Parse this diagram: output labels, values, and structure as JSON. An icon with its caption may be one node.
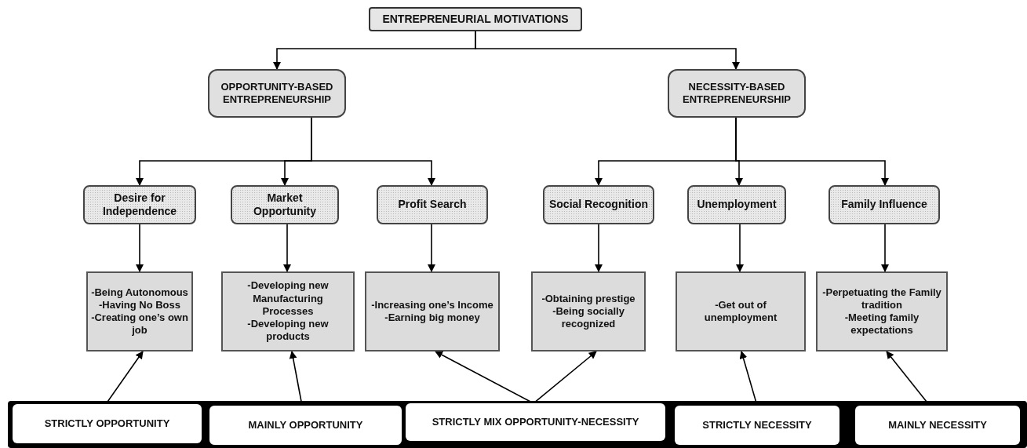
{
  "diagram": {
    "nodes": [
      {
        "text": [
          "ENTREPRENEURIAL MOTIVATIONS"
        ]
      },
      {
        "text": [
          "OPPORTUNITY-BASED ENTREPRENEURSHIP"
        ]
      },
      {
        "text": [
          "NECESSITY-BASED ENTREPRENEURSHIP"
        ]
      },
      {
        "text": [
          "Desire for Independence"
        ]
      },
      {
        "text": [
          "Market Opportunity"
        ]
      },
      {
        "text": [
          "Profit Search"
        ]
      },
      {
        "text": [
          "Social Recognition"
        ]
      },
      {
        "text": [
          "Unemployment"
        ]
      },
      {
        "text": [
          "Family Influence"
        ]
      },
      {
        "text": [
          "-Being Autonomous",
          "-Having No Boss",
          "-Creating one’s own job"
        ]
      },
      {
        "text": [
          "-Developing new Manufacturing Processes",
          "-Developing new products"
        ]
      },
      {
        "text": [
          "-Increasing one’s Income",
          "-Earning big money"
        ]
      },
      {
        "text": [
          "-Obtaining prestige",
          "-Being socially recognized"
        ]
      },
      {
        "text": [
          "-Get out of unemployment"
        ]
      },
      {
        "text": [
          "-Perpetuating the Family tradition",
          "-Meeting family expectations"
        ]
      },
      {
        "text": [],
        "shape": "bar"
      },
      {
        "text": [
          "STRICTLY OPPORTUNITY"
        ],
        "in": 15
      },
      {
        "text": [
          "MAINLY OPPORTUNITY"
        ],
        "in": 15
      },
      {
        "text": [
          "STRICTLY MIX OPPORTUNITY-NECESSITY"
        ],
        "in": 15
      },
      {
        "text": [
          "STRICTLY NECESSITY"
        ],
        "in": 15
      },
      {
        "text": [
          "MAINLY NECESSITY"
        ],
        "in": 15
      }
    ],
    "edges": [
      {
        "from": 0,
        "to": 1,
        "arrow": "to"
      },
      {
        "from": 0,
        "to": 2,
        "arrow": "to"
      },
      {
        "from": 1,
        "to": 3,
        "arrow": "to"
      },
      {
        "from": 1,
        "to": 4,
        "arrow": "to"
      },
      {
        "from": 1,
        "to": 5,
        "arrow": "to"
      },
      {
        "from": 2,
        "to": 6,
        "arrow": "to"
      },
      {
        "from": 2,
        "to": 7,
        "arrow": "to"
      },
      {
        "from": 2,
        "to": 8,
        "arrow": "to"
      },
      {
        "from": 3,
        "to": 9,
        "arrow": "to"
      },
      {
        "from": 4,
        "to": 10,
        "arrow": "to"
      },
      {
        "from": 5,
        "to": 11,
        "arrow": "to"
      },
      {
        "from": 6,
        "to": 12,
        "arrow": "to"
      },
      {
        "from": 7,
        "to": 13,
        "arrow": "to"
      },
      {
        "from": 8,
        "to": 14,
        "arrow": "to"
      },
      {
        "from": 16,
        "to": 9,
        "arrow": "to"
      },
      {
        "from": 17,
        "to": 10,
        "arrow": "to"
      },
      {
        "from": 18,
        "to": 11,
        "arrow": "to"
      },
      {
        "from": 18,
        "to": 12,
        "arrow": "to"
      },
      {
        "from": 19,
        "to": 13,
        "arrow": "to"
      },
      {
        "from": 20,
        "to": 14,
        "arrow": "to"
      }
    ]
  }
}
